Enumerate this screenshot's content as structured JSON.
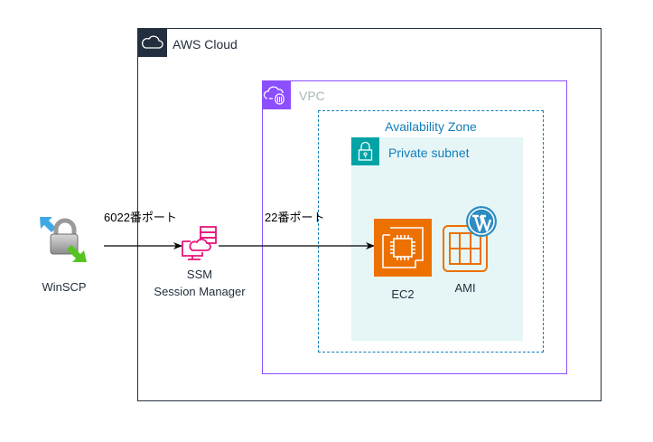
{
  "diagram": {
    "groups": {
      "aws_cloud": {
        "title": "AWS Cloud",
        "icon": "cloud-icon",
        "color": "#232F3E"
      },
      "vpc": {
        "title": "VPC",
        "icon": "vpc-cloud-lock-icon",
        "color": "#8C4FFF"
      },
      "availability_zone": {
        "title": "Availability Zone",
        "color": "#147EBA"
      },
      "private_subnet": {
        "title": "Private subnet",
        "icon": "padlock-icon",
        "color": "#00A4A6",
        "fill": "#E6F6F7"
      }
    },
    "nodes": {
      "winscp": {
        "label": "WinSCP",
        "icon": "winscp-lock-icon"
      },
      "ssm": {
        "label_line1": "SSM",
        "label_line2": "Session Manager",
        "icon": "ssm-session-manager-icon",
        "color": "#E7157B"
      },
      "ec2": {
        "label": "EC2",
        "icon": "ec2-chip-icon",
        "color": "#ED7100"
      },
      "ami": {
        "label": "AMI",
        "icon": "ami-grid-icon",
        "color": "#ED7100"
      },
      "wordpress": {
        "icon": "wordpress-logo-icon",
        "color": "#2D8CC2"
      }
    },
    "edges": [
      {
        "from": "winscp",
        "to": "ssm",
        "label": "6022番ポート"
      },
      {
        "from": "ssm",
        "to": "ec2",
        "label": "22番ポート"
      }
    ]
  }
}
